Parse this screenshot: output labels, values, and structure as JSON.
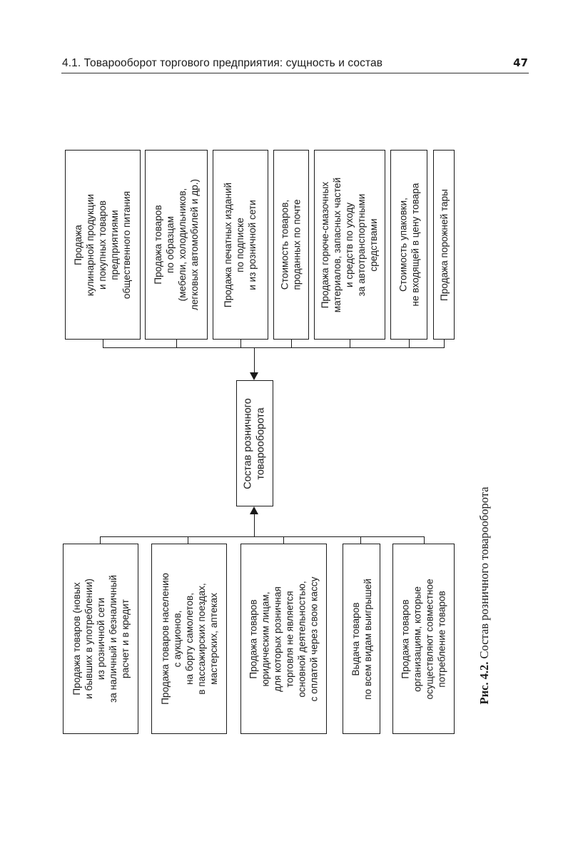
{
  "header": {
    "title": "4.1. Товарооборот торгового предприятия: сущность и состав",
    "page_number": "47"
  },
  "diagram": {
    "central": "Состав розничного\nтоварооборота",
    "top_boxes": [
      "Продажа\nкулинарной продукции\nи покупных товаров\nпредприятиями\nобщественного питания",
      "Продажа товаров\nпо образцам\n(мебели, холодильников,\nлегковых автомобилей и др.)",
      "Продажа печатных изданий\nпо подписке\nи из розничной сети",
      "Стоимость товаров,\nпроданных по почте",
      "Продажа горюче-смазочных\nматериалов, запасных частей\nи средств по уходу\nза автотранспортными\nсредствами",
      "Стоимость упаковки,\nне входящей в цену товара",
      "Продажа порожней тары"
    ],
    "bottom_boxes": [
      "Продажа товаров (новых\nи бывших в употреблении)\nиз розничной сети\nза наличный и безналичный\nрасчет и в кредит",
      "Продажа товаров населению\nс аукционов,\nна борту самолетов,\nв пассажирских поездах,\nмастерских, аптеках",
      "Продажа товаров\nюридическим лицам,\nдля которых розничная\nторговля не является\nосновной деятельностью,\nс оплатой через свою кассу",
      "Выдача товаров\nпо всем видам выигрышей",
      "Продажа товаров\nорганизациям, которые\nосуществляют совместное\nпотребление товаров"
    ]
  },
  "caption": {
    "label": "Рис. 4.2.",
    "text": " Состав розничного товарооборота"
  }
}
